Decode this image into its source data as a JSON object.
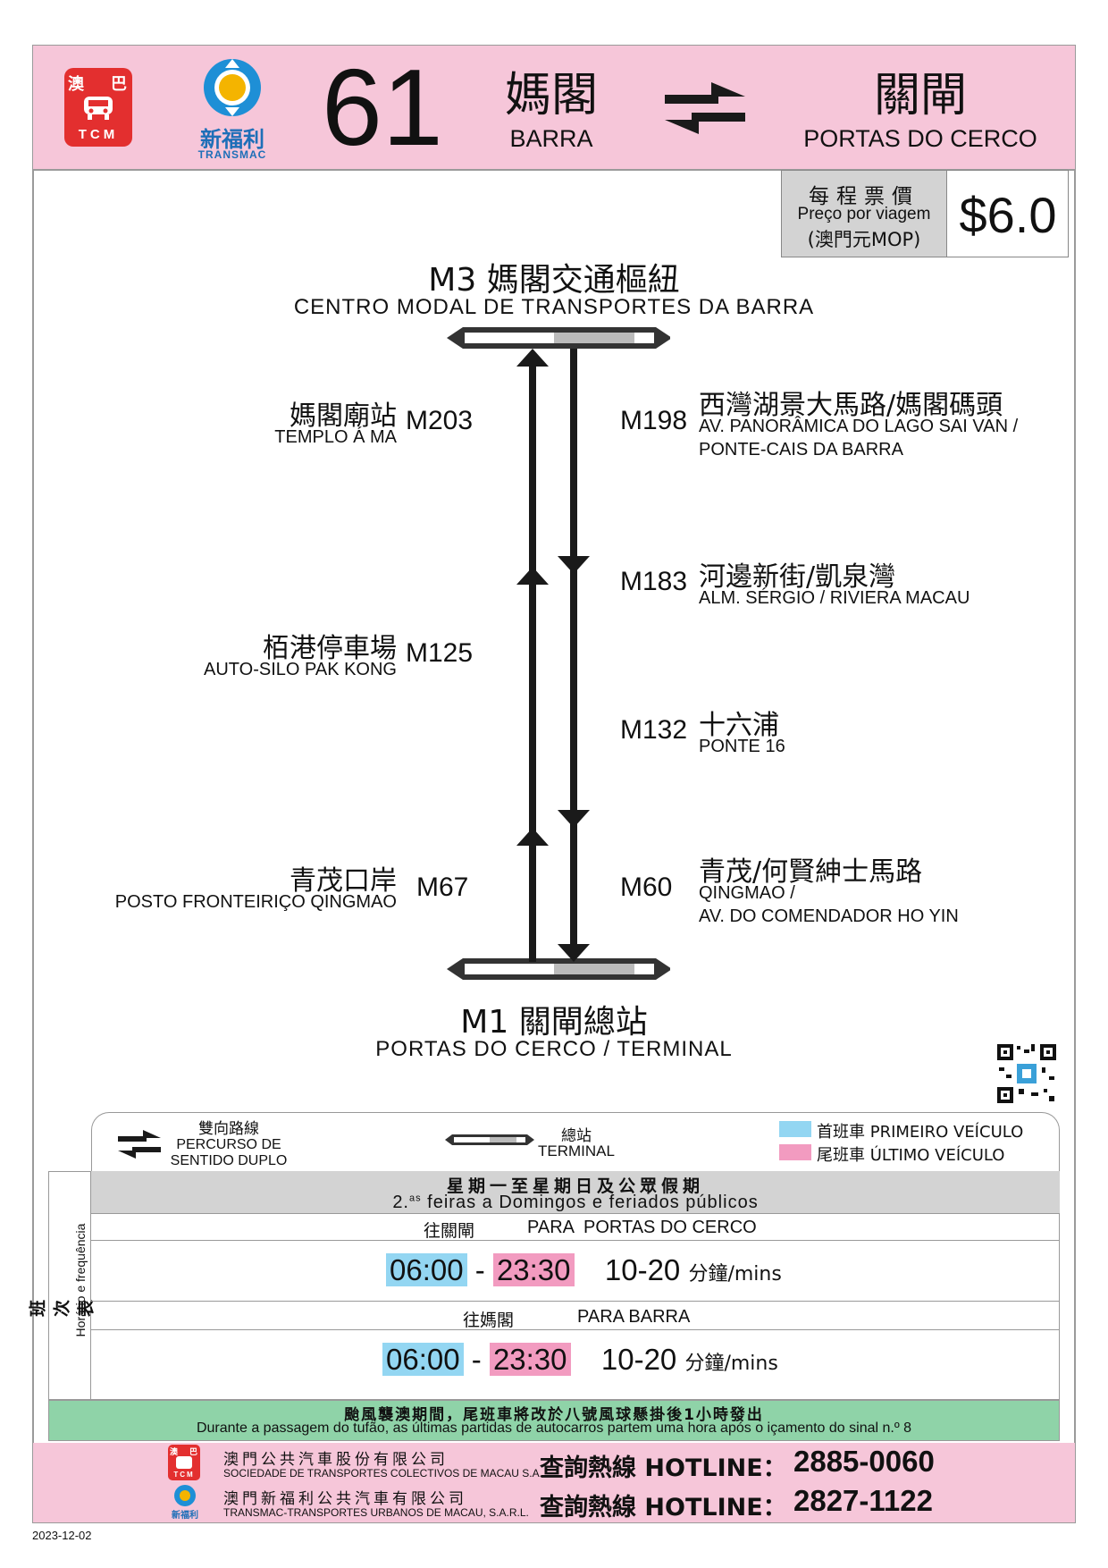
{
  "header": {
    "route_number": "61",
    "origin_zh": "媽閣",
    "origin_pt": "BARRA",
    "destination_zh": "關閘",
    "destination_pt": "PORTAS DO CERCO",
    "logo1": {
      "top_left": "澳",
      "top_right": "巴",
      "bottom": "TCM"
    },
    "logo2": {
      "zh": "新福利",
      "en": "TRANSMAC"
    },
    "direction_icon": "bidirectional-arrows-icon"
  },
  "fare": {
    "label_zh": "每程票價",
    "label_pt": "Preço por viagem",
    "currency": "(澳門元MOP)",
    "amount": "$6.0"
  },
  "terminals": {
    "top": {
      "code_name": "M3 媽閣交通樞紐",
      "pt": "CENTRO MODAL DE TRANSPORTES DA BARRA"
    },
    "bottom": {
      "code_name": "M1 關閘總站",
      "pt": "PORTAS DO CERCO / TERMINAL"
    }
  },
  "stops_left": [
    {
      "code": "M203",
      "zh": "媽閣廟站",
      "pt": "TEMPLO Á MA"
    },
    {
      "code": "M125",
      "zh": "栢港停車場",
      "pt": "AUTO-SILO PAK KONG"
    },
    {
      "code": "M67",
      "zh": "青茂口岸",
      "pt": "POSTO FRONTEIRIÇO QINGMAO"
    }
  ],
  "stops_right": [
    {
      "code": "M198",
      "zh": "西灣湖景大馬路/媽閣碼頭",
      "pt1": "AV. PANORÂMICA DO LAGO SAI VAN /",
      "pt2": "PONTE-CAIS DA BARRA"
    },
    {
      "code": "M183",
      "zh": "河邊新街/凱泉灣",
      "pt1": "ALM. SÉRGIO / RIVIERA MACAU",
      "pt2": ""
    },
    {
      "code": "M132",
      "zh": "十六浦",
      "pt1": "PONTE 16",
      "pt2": ""
    },
    {
      "code": "M60",
      "zh": "青茂/何賢紳士馬路",
      "pt1": "QINGMAO /",
      "pt2": "AV. DO COMENDADOR HO YIN"
    }
  ],
  "legend": {
    "bidir_zh": "雙向路線",
    "bidir_pt1": "PERCURSO DE",
    "bidir_pt2": "SENTIDO DUPLO",
    "terminal_zh": "總站",
    "terminal_pt": "TERMINAL",
    "first_label": "首班車 PRIMEIRO VEÍCULO",
    "last_label": "尾班車 ÚLTIMO VEÍCULO",
    "first_color": "#93d6f2",
    "last_color": "#f29bc0"
  },
  "schedule": {
    "side_zh": "班次表",
    "side_pt": "Horário e frequência",
    "days_zh": "星期一至星期日及公眾假期",
    "days_pt_prefix": "2.",
    "days_pt_sup": "as",
    "days_pt_rest": " feiras a Domingos e feriados públicos",
    "directions": [
      {
        "to_zh": "往關閘",
        "to_pt": "PARA  PORTAS DO CERCO",
        "first": "06:00",
        "dash": "-",
        "last": "23:30",
        "freq": "10-20",
        "unit": "分鐘/mins"
      },
      {
        "to_zh": "往媽閣",
        "to_pt": "PARA BARRA",
        "first": "06:00",
        "dash": "-",
        "last": "23:30",
        "freq": "10-20",
        "unit": "分鐘/mins"
      }
    ],
    "typhoon_zh": "颱風襲澳期間，尾班車將改於八號風球懸掛後1小時發出",
    "typhoon_pt": "Durante a passagem do tufão, as últimas partidas de autocarros partem uma hora após o içamento do sinal n.º 8"
  },
  "footer": {
    "company1_zh": "澳門公共汽車股份有限公司",
    "company1_pt": "SOCIEDADE DE TRANSPORTES COLECTIVOS DE MACAU S.A.",
    "company2_zh": "澳門新福利公共汽車有限公司",
    "company2_pt": "TRANSMAC-TRANSPORTES URBANOS DE MACAU, S.A.R.L.",
    "hotline1_label": "查詢熱線 HOTLINE：",
    "hotline1": "2885-0060",
    "hotline2_label": "查詢熱線 HOTLINE：",
    "hotline2": "2827-1122",
    "logo2_small": "新福利"
  },
  "date": "2023-12-02"
}
